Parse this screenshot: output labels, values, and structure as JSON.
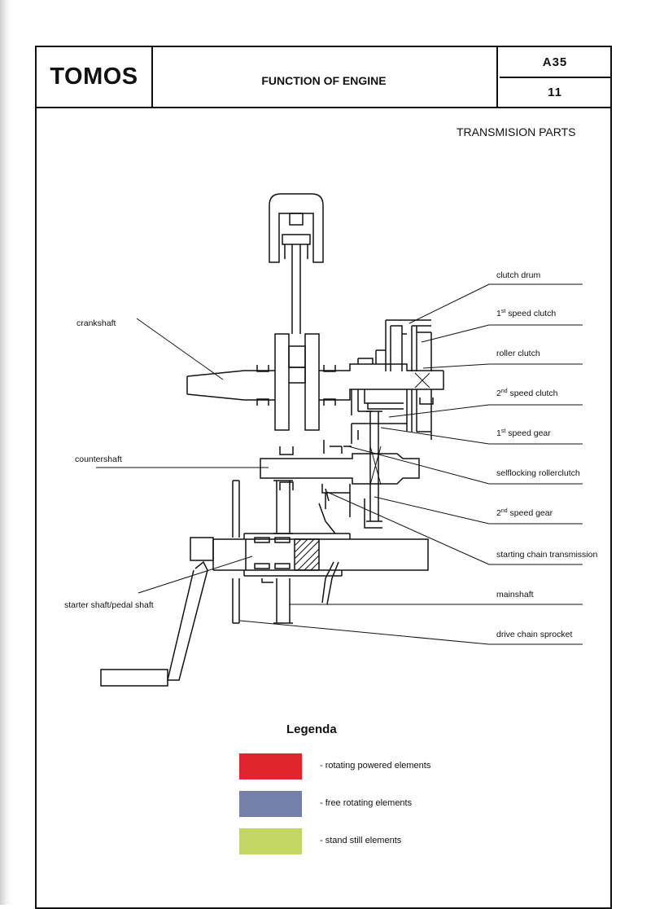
{
  "header": {
    "logo": "TOMOS",
    "title": "FUNCTION OF ENGINE",
    "code": "A35",
    "page": "11"
  },
  "section_title": "TRANSMISION PARTS",
  "labels": {
    "crankshaft": "crankshaft",
    "countershaft": "countershaft",
    "starter_shaft": "starter shaft/pedal shaft",
    "clutch_drum": "clutch drum",
    "first_speed_clutch": {
      "prefix": "1",
      "sup": "st",
      "rest": " speed clutch"
    },
    "roller_clutch": "roller clutch",
    "second_speed_clutch": {
      "prefix": "2",
      "sup": "nd",
      "rest": " speed clutch"
    },
    "first_speed_gear": {
      "prefix": "1",
      "sup": "st",
      "rest": " speed gear"
    },
    "selflocking_rollerclutch": "selflocking rollerclutch",
    "second_speed_gear": {
      "prefix": "2",
      "sup": "nd",
      "rest": " speed gear"
    },
    "starting_chain_transmission": "starting chain transmission",
    "mainshaft": "mainshaft",
    "drive_chain_sprocket": "drive chain sprocket"
  },
  "legend": {
    "title": "Legenda",
    "items": [
      {
        "label": "- rotating powered elements",
        "color": "#e0252e"
      },
      {
        "label": "- free rotating elements",
        "color": "#7580a8"
      },
      {
        "label": "- stand still elements",
        "color": "#c2d565"
      }
    ]
  }
}
